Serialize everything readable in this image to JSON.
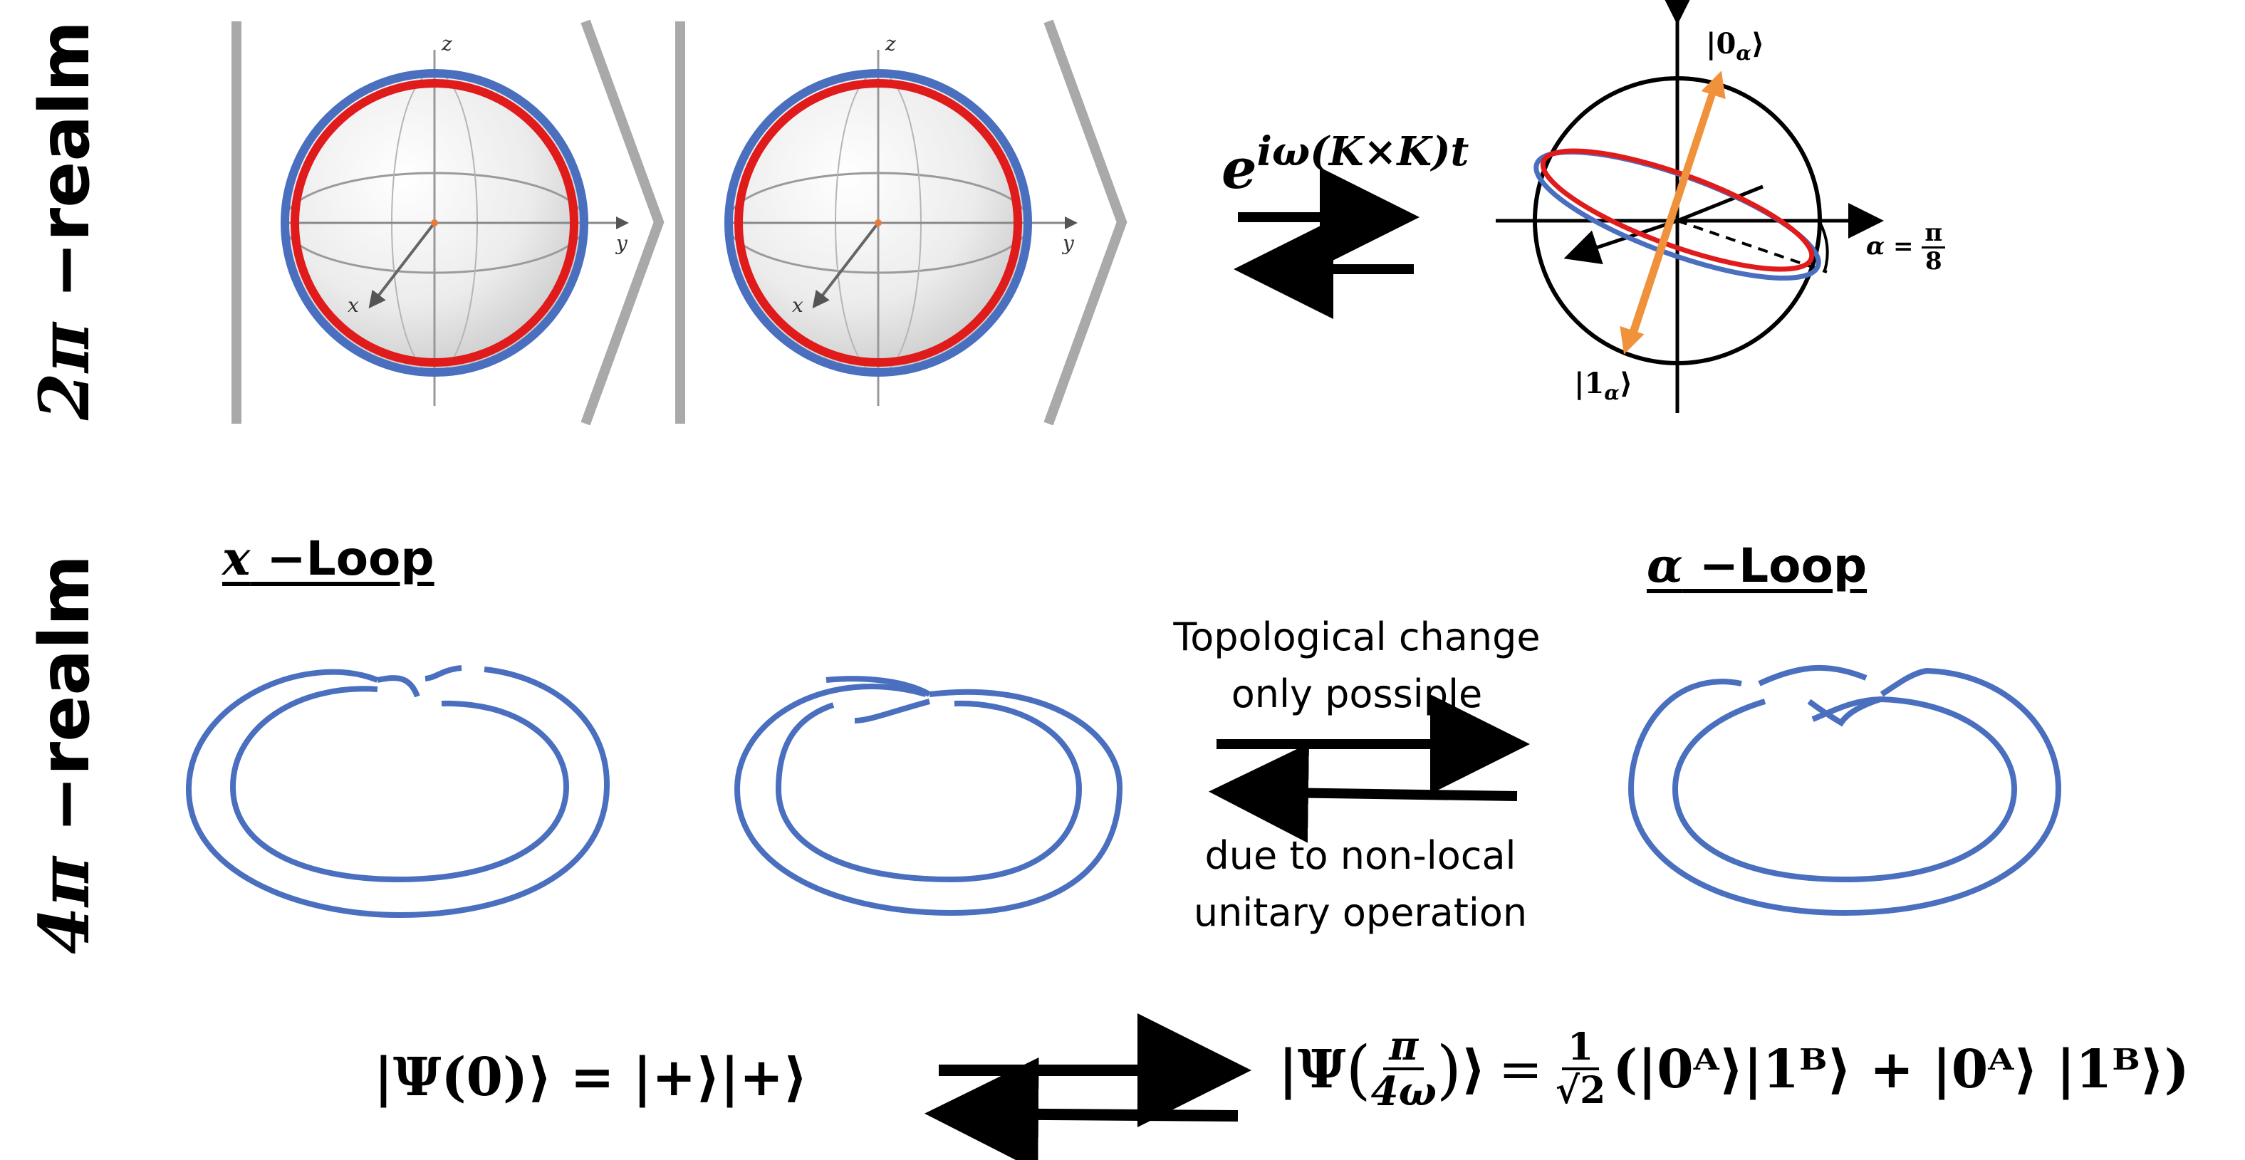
{
  "realms": {
    "top_label_2": "2",
    "top_label_pi": "π",
    "top_label_word": "−realm",
    "bottom_label_4": "4",
    "bottom_label_pi": "π",
    "bottom_label_word": "−realm"
  },
  "bloch": {
    "axis_z": "z",
    "axis_y": "y",
    "axis_x": "x"
  },
  "evolution_operator": {
    "base": "e",
    "exponent": "iω(K×K)t"
  },
  "rotated_sphere": {
    "ket0": "|0",
    "ket0_sub": "α",
    "ket0_close": "⟩",
    "ket1": "|1",
    "ket1_sub": "α",
    "ket1_close": "⟩",
    "angle_lhs": "α =",
    "angle_num": "π",
    "angle_den": "8"
  },
  "loops": {
    "x_loop_var": "x",
    "x_loop_word": " −Loop",
    "alpha_loop_var": "α",
    "alpha_loop_word": " −Loop"
  },
  "captions": {
    "top_line1": "Topological change",
    "top_line2": "only possiple",
    "bottom_line1": "due to non-local",
    "bottom_line2": "unitary operation"
  },
  "equations": {
    "initial": "|Ψ(0)⟩ = |+⟩|+⟩",
    "final_lhs_open": "|Ψ",
    "final_lhs_num": "π",
    "final_lhs_den": "4ω",
    "final_lhs_close": "⟩",
    "equals": "=",
    "half_num": "1",
    "half_den": "√2",
    "final_rhs": "(|0ᴬ⟩|1ᴮ⟩ + |0ᴬ⟩ |1ᴮ⟩)"
  },
  "colors": {
    "blue": "#4a6fbf",
    "red": "#e01b1b",
    "orange": "#f0913c",
    "gray": "#a9a9a9"
  }
}
